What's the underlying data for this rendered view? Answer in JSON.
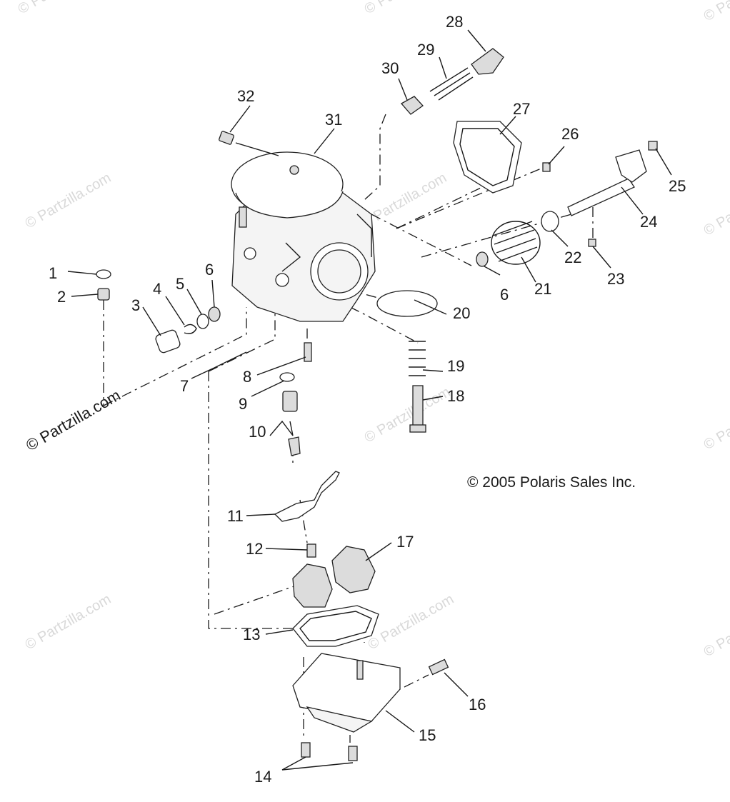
{
  "watermark_text": "© Partzilla.com",
  "copyright": "© 2005 Polaris Sales Inc.",
  "callouts": [
    "1",
    "2",
    "3",
    "4",
    "5",
    "6",
    "7",
    "8",
    "9",
    "10",
    "11",
    "12",
    "13",
    "14",
    "15",
    "16",
    "17",
    "18",
    "19",
    "20",
    "21",
    "22",
    "23",
    "24",
    "25",
    "26",
    "27",
    "28",
    "29",
    "30",
    "31",
    "32",
    "6"
  ]
}
